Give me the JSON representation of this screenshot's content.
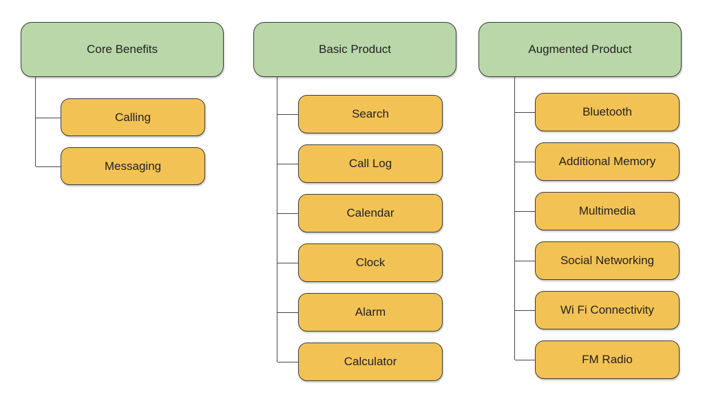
{
  "diagram": {
    "groups": [
      {
        "title": "Core Benefits",
        "items": [
          "Calling",
          "Messaging"
        ]
      },
      {
        "title": "Basic Product",
        "items": [
          "Search",
          "Call Log",
          "Calendar",
          "Clock",
          "Alarm",
          "Calculator"
        ]
      },
      {
        "title": "Augmented Product",
        "items": [
          "Bluetooth",
          "Additional Memory",
          "Multimedia",
          "Social Networking",
          "Wi Fi Connectivity",
          "FM Radio"
        ]
      }
    ],
    "colors": {
      "background": "#ffffff",
      "header_fill": "#b9d7a8",
      "item_fill": "#f2c354",
      "border": "#3a3a3a",
      "connector": "#454545",
      "text": "#242122"
    }
  }
}
